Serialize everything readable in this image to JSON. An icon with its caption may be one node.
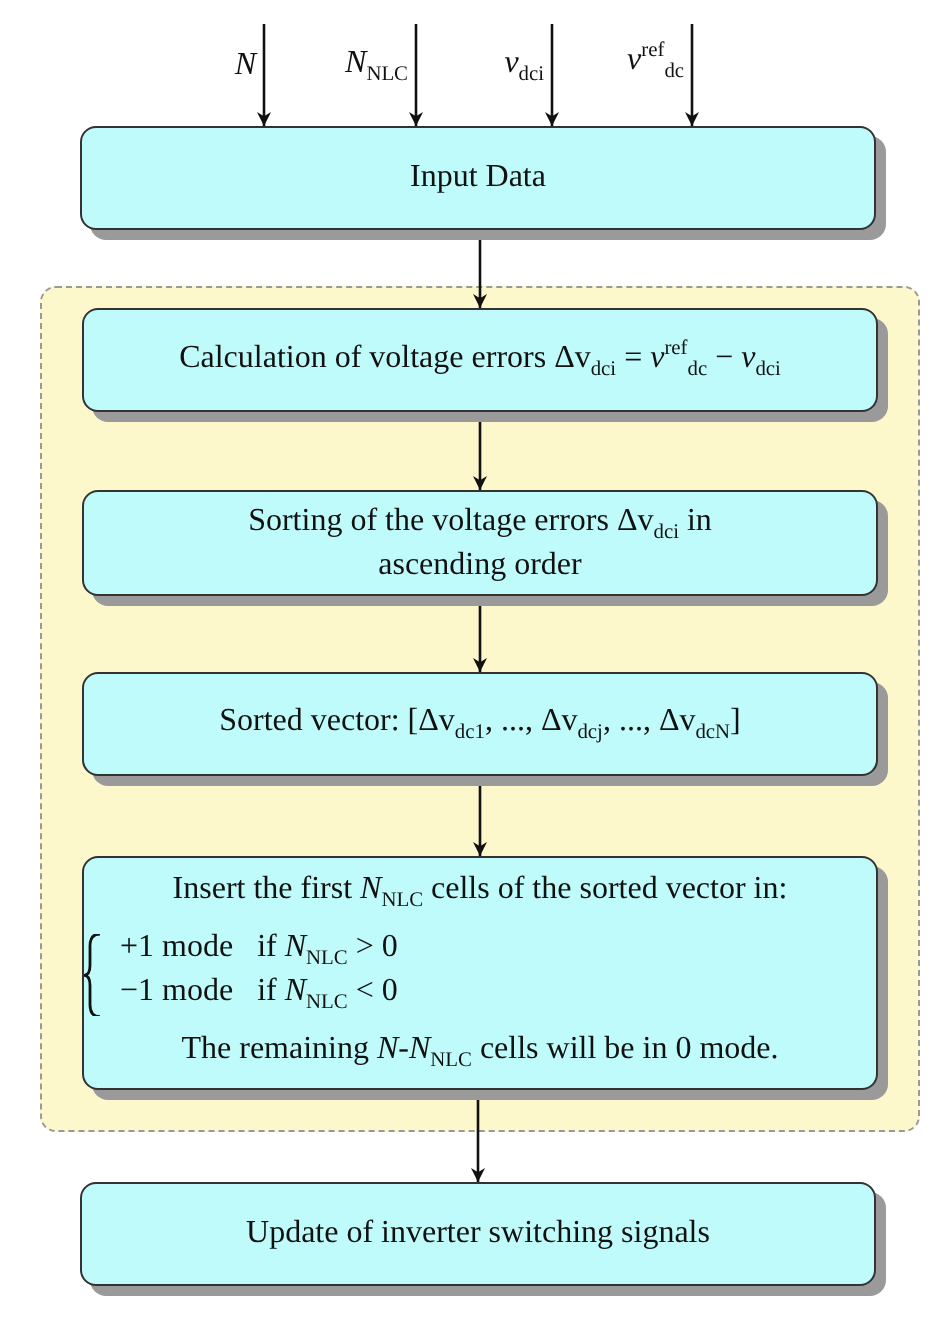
{
  "diagram": {
    "nodes": [
      {
        "text": [
          "*N*"
        ]
      },
      {
        "text": [
          "*N*$_{NLC}$"
        ]
      },
      {
        "text": [
          "*v*$_{dci}$"
        ]
      },
      {
        "text": [
          "*v*$^{ref}$$_{dc}$"
        ]
      },
      {
        "text": [
          "Input Data"
        ]
      },
      {
        "text": [],
        "shape": "box"
      },
      {
        "text": [
          "Calculation of voltage errors Δv$_{dci}$ = *v*$^{ref}$$_{dc}$ − *v*$_{dci}$"
        ],
        "in": 5
      },
      {
        "text": [
          "Sorting of the voltage errors Δv$_{dci}$ in ascending order"
        ],
        "in": 5
      },
      {
        "text": [
          "Sorted vector: [Δv$_{dc1}$, ..., Δv$_{dcj}$, ..., Δv$_{dcN}$]"
        ],
        "in": 5
      },
      {
        "text": [
          "Insert the first *N*$_{NLC}$ cells of the sorted vector in:",
          "+1 mode   if *N*$_{NLC}$ > 0",
          "−1 mode   if *N*$_{NLC}$ < 0",
          "The remaining *N*-*N*$_{NLC}$ cells will be in 0 mode."
        ],
        "in": 5
      },
      {
        "text": [
          "Update of inverter switching signals"
        ]
      }
    ],
    "edges": [
      {
        "from": 0,
        "to": 4,
        "arrow": "to"
      },
      {
        "from": 1,
        "to": 4,
        "arrow": "to"
      },
      {
        "from": 2,
        "to": 4,
        "arrow": "to"
      },
      {
        "from": 3,
        "to": 4,
        "arrow": "to"
      },
      {
        "from": 4,
        "to": 6,
        "arrow": "to"
      },
      {
        "from": 6,
        "to": 7,
        "arrow": "to"
      },
      {
        "from": 7,
        "to": 8,
        "arrow": "to"
      },
      {
        "from": 8,
        "to": 9,
        "arrow": "to"
      },
      {
        "from": 9,
        "to": 10,
        "arrow": "to"
      }
    ]
  }
}
